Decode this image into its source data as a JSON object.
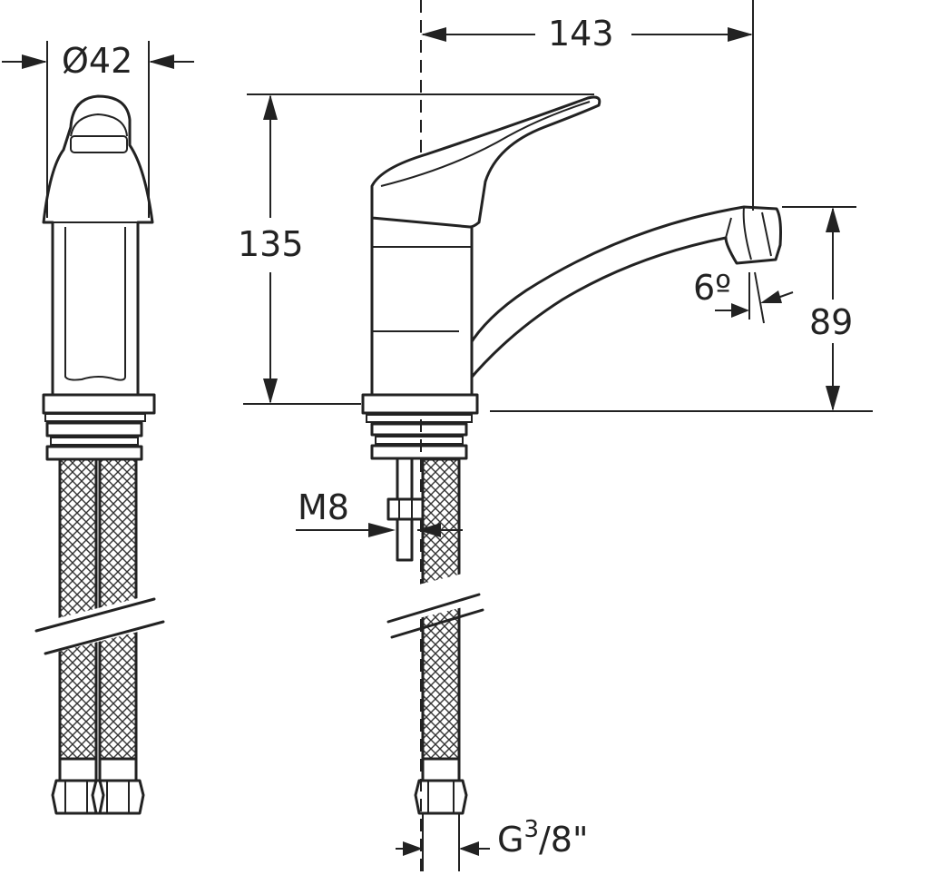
{
  "dimensions": {
    "diameter": "Ø42",
    "width": "143",
    "height": "135",
    "spout_height": "89",
    "angle": "6º",
    "stud": "M8",
    "thread_main": "G",
    "thread_sup": "3",
    "thread_rest": "/8\""
  }
}
